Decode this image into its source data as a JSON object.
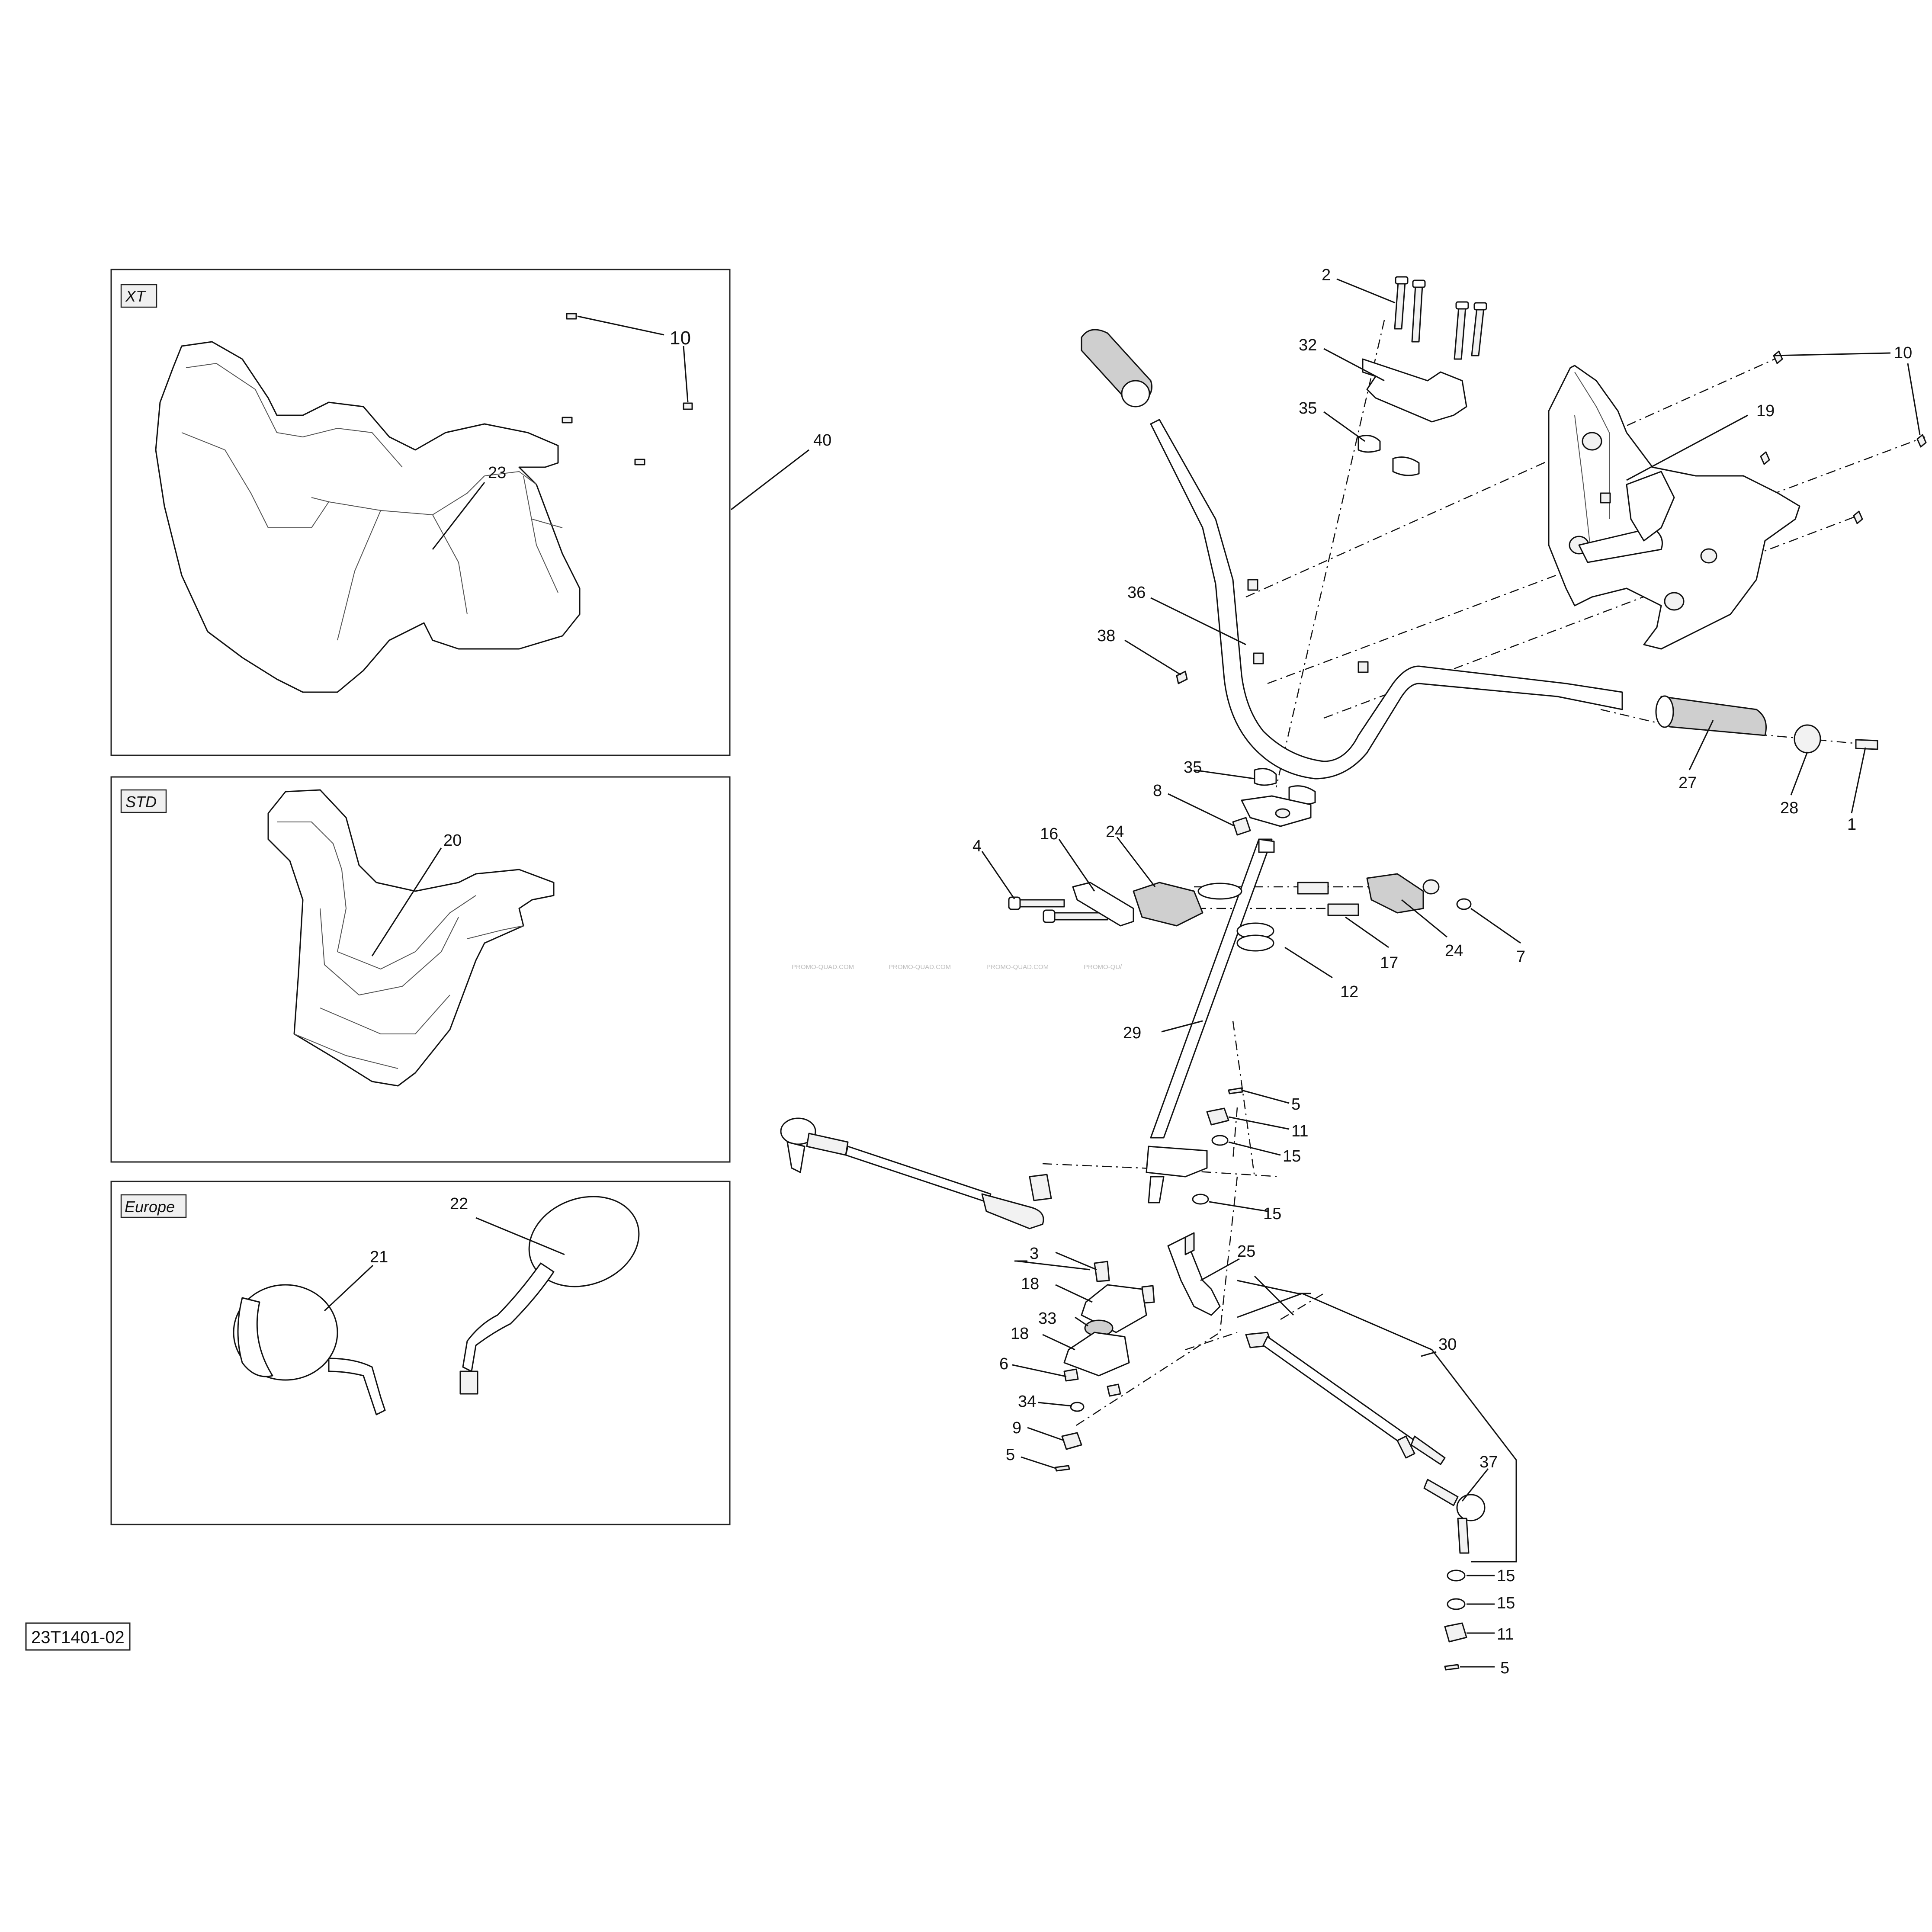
{
  "drawing_number": "23T1401-02",
  "watermark": [
    "PROMO-QUAD.COM",
    "PROMO-QUAD.COM",
    "PROMO-QUAD.COM",
    "PROMO-QU/"
  ],
  "insets": {
    "xt": {
      "tag": "XT",
      "callouts": [
        "10",
        "23"
      ]
    },
    "std": {
      "tag": "STD",
      "callouts": [
        "20"
      ]
    },
    "europe": {
      "tag": "Europe",
      "callouts": [
        "22",
        "21"
      ]
    },
    "kit_callout": "40"
  },
  "callouts": {
    "c2": "2",
    "c32": "32",
    "c35a": "35",
    "c10": "10",
    "c19": "19",
    "c36": "36",
    "c38": "38",
    "c35b": "35",
    "c27": "27",
    "c28": "28",
    "c1": "1",
    "c8": "8",
    "c4": "4",
    "c16": "16",
    "c24a": "24",
    "c24b": "24",
    "c17": "17",
    "c7": "7",
    "c12": "12",
    "c29": "29",
    "c5a": "5",
    "c11a": "11",
    "c15a": "15",
    "c15b": "15",
    "c3": "3",
    "c25": "25",
    "c18a": "18",
    "c33": "33",
    "c18b": "18",
    "c6": "6",
    "c30": "30",
    "c34": "34",
    "c9": "9",
    "c5b": "5",
    "c37": "37",
    "c15c": "15",
    "c15d": "15",
    "c11b": "11",
    "c5c": "5"
  }
}
